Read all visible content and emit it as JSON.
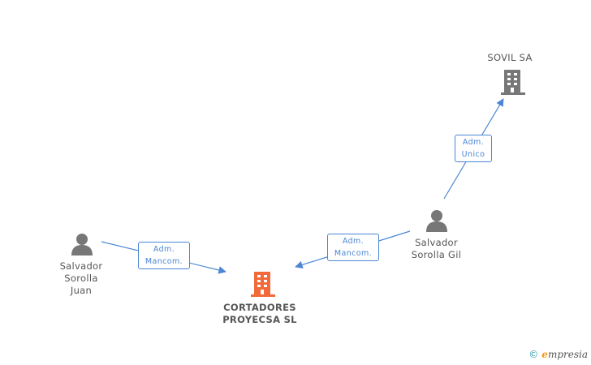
{
  "nodes": {
    "cortadores": {
      "lines": [
        "CORTADORES",
        "PROYECSA SL"
      ],
      "type": "company",
      "color": "#f26a3a",
      "highlight": true
    },
    "sovil": {
      "lines": [
        "SOVIL SA"
      ],
      "type": "company",
      "color": "#777777"
    },
    "juan": {
      "lines": [
        "Salvador",
        "Sorolla",
        "Juan"
      ],
      "type": "person",
      "color": "#777777"
    },
    "gil": {
      "lines": [
        "Salvador",
        "Sorolla Gil"
      ],
      "type": "person",
      "color": "#777777"
    }
  },
  "edges": [
    {
      "from": "juan",
      "to": "cortadores",
      "lines": [
        "Adm.",
        "Mancom."
      ]
    },
    {
      "from": "gil",
      "to": "cortadores",
      "lines": [
        "Adm.",
        "Mancom."
      ]
    },
    {
      "from": "gil",
      "to": "sovil",
      "lines": [
        "Adm.",
        "Unico"
      ]
    }
  ],
  "colors": {
    "edge": "#4a86d4",
    "icon": "#777777",
    "highlight": "#f26a3a"
  },
  "brand": {
    "copyright": "©",
    "name_first": "e",
    "name_rest": "mpresia"
  }
}
